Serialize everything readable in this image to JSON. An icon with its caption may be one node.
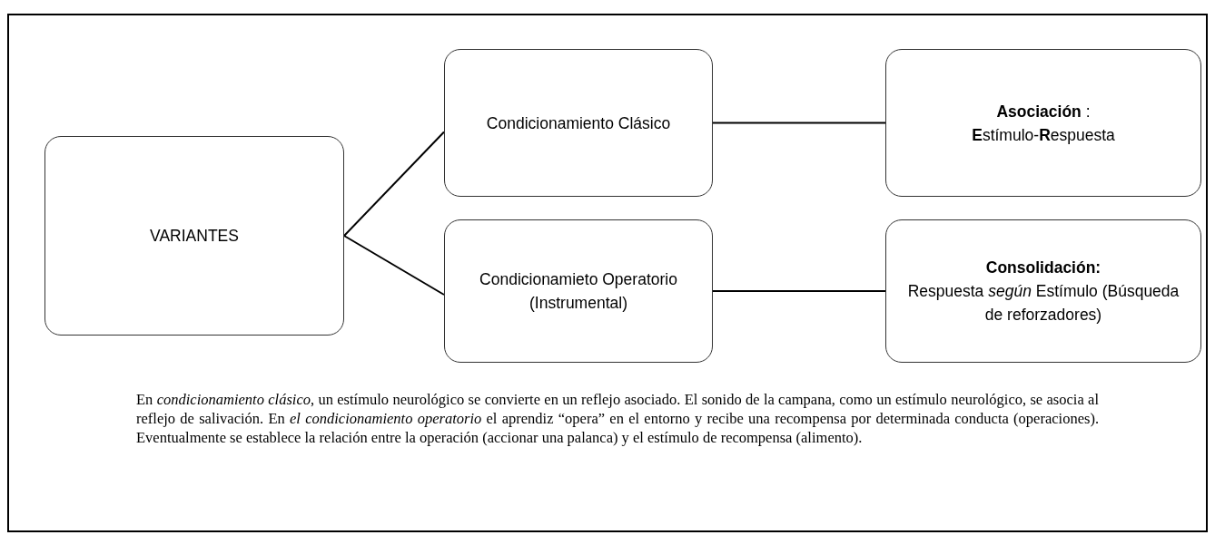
{
  "diagram": {
    "nodes": [
      {
        "text": [
          "En *condicionamiento clásico*, un estímulo neurológico se convierte en un reflejo asociado. El sonido de la campana, como un estímulo neurológico, se asocia al reflejo de salivación. En *el condicionamiento operatorio* el aprendiz “opera” en el entorno y recibe una recompensa por determinada conducta (operaciones). Eventualmente se establece la relación entre la operación (accionar una palanca) y el estímulo de recompensa (alimento)."
        ]
      },
      {
        "text": [
          "VARIANTES"
        ],
        "in": 0
      },
      {
        "text": [
          "Condicionamiento Clásico"
        ],
        "in": 0
      },
      {
        "text": [
          "Condicionamieto Operatorio (Instrumental)"
        ],
        "in": 0
      },
      {
        "text": [
          "**Asociación** :",
          "**E**stímulo-**R**espuesta"
        ],
        "in": 0
      },
      {
        "text": [
          "**Consolidación:**",
          "Respuesta *según* Estímulo (Búsqueda de reforzadores)"
        ],
        "in": 0
      }
    ],
    "edges": [
      {
        "from": 1,
        "to": 2,
        "arrow": "none"
      },
      {
        "from": 1,
        "to": 3,
        "arrow": "none"
      },
      {
        "from": 2,
        "to": 4,
        "arrow": "none"
      },
      {
        "from": 3,
        "to": 5,
        "arrow": "none"
      }
    ]
  }
}
